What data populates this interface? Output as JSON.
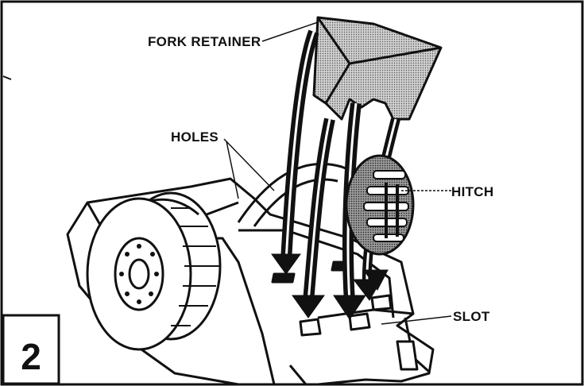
{
  "diagram": {
    "step_number": "2",
    "labels": {
      "fork_retainer": "FORK RETAINER",
      "holes": "HOLES",
      "hitch": "HITCH",
      "slot": "SLOT"
    }
  }
}
